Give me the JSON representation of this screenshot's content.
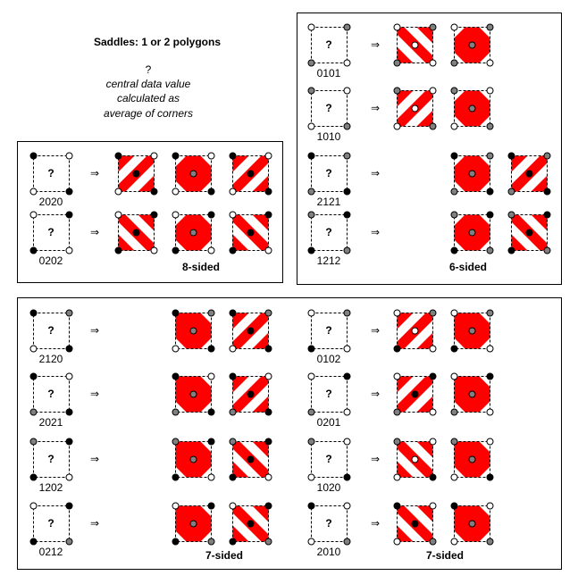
{
  "title": "Saddles: 1 or 2 polygons",
  "note": {
    "symbol": "?",
    "lines": [
      "central data value",
      "calculated as",
      "average of corners"
    ]
  },
  "arrow": "⇒",
  "cell_mark": "?",
  "colors": {
    "fill": "#ff0000",
    "black": "#000000",
    "gray": "#808080",
    "white": "#ffffff",
    "dash": "#000000"
  },
  "labels": {
    "eight": "8-sided",
    "six": "6-sided",
    "seven": "7-sided"
  },
  "cases": [
    {
      "code": "2020",
      "results": [
        "diag-bl-tr",
        "octagon",
        "diag-bl-tr"
      ]
    },
    {
      "code": "0202",
      "results": [
        "diag-tl-br",
        "octagon",
        "diag-tl-br"
      ]
    },
    {
      "code": "0101",
      "results": [
        "diag-tl-br",
        "octagon"
      ]
    },
    {
      "code": "1010",
      "results": [
        "diag-bl-tr",
        "octagon"
      ]
    },
    {
      "code": "2121",
      "results": [
        "octagon",
        "diag-bl-tr"
      ]
    },
    {
      "code": "1212",
      "results": [
        "octagon",
        "diag-tl-br"
      ]
    },
    {
      "code": "2120",
      "results": [
        "heptagon",
        "diag-bl-tr"
      ]
    },
    {
      "code": "2021",
      "results": [
        "heptagon",
        "diag-bl-tr"
      ]
    },
    {
      "code": "1202",
      "results": [
        "heptagon",
        "diag-tl-br"
      ]
    },
    {
      "code": "0212",
      "results": [
        "heptagon",
        "diag-tl-br"
      ]
    },
    {
      "code": "0102",
      "results": [
        "diag-bl-tr",
        "heptagon"
      ]
    },
    {
      "code": "0201",
      "results": [
        "diag-bl-tr",
        "heptagon"
      ]
    },
    {
      "code": "1020",
      "results": [
        "diag-tl-br",
        "heptagon"
      ]
    },
    {
      "code": "2010",
      "results": [
        "diag-tl-br",
        "heptagon"
      ]
    }
  ]
}
